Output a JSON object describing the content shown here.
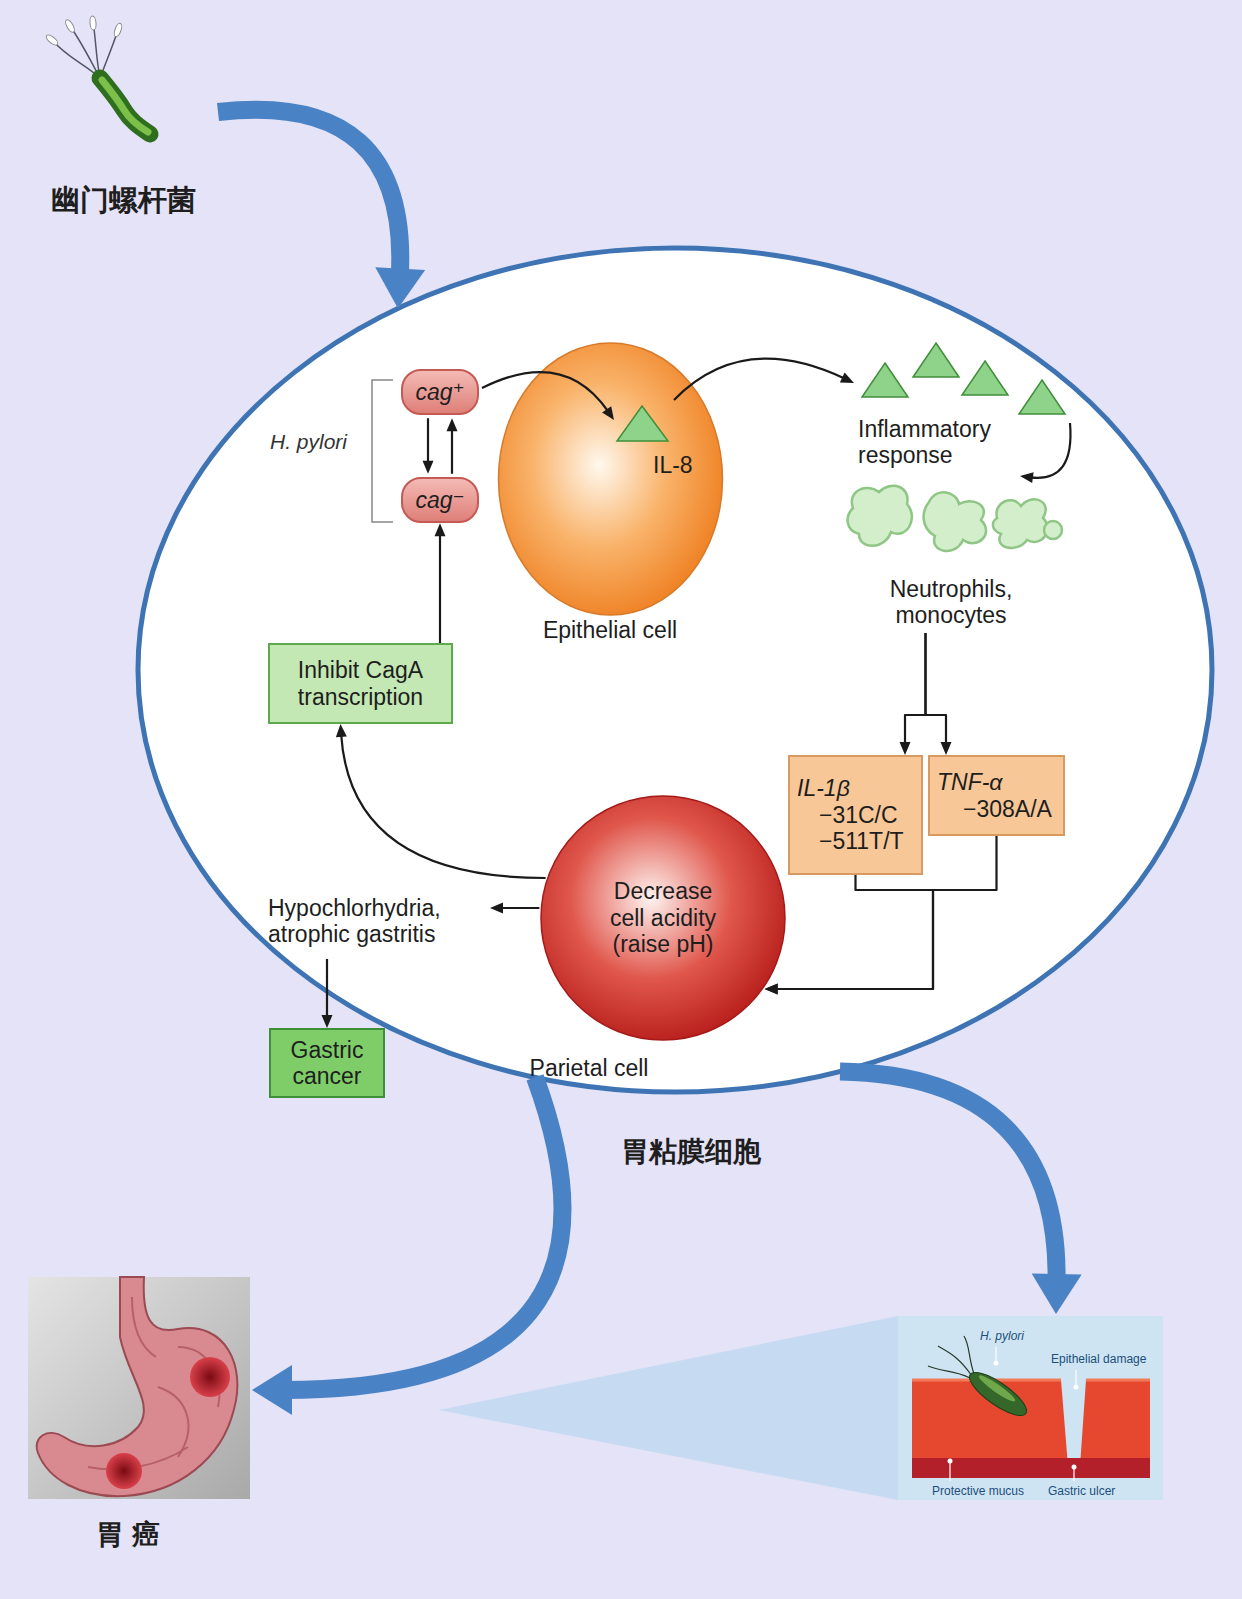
{
  "diagram": {
    "nodes": [
      {
        "text": [
          "幽门螺杆菌"
        ]
      },
      {
        "text": [
          "胃粘膜细胞"
        ]
      },
      {
        "text": [
          "cag⁺"
        ],
        "in": 1
      },
      {
        "text": [
          "cag⁻"
        ],
        "in": 1
      },
      {
        "text": [
          "Epithelial cell"
        ],
        "in": 1
      },
      {
        "text": [
          "IL-8"
        ],
        "in": 4
      },
      {
        "text": [
          "Inflammatory response"
        ],
        "in": 1
      },
      {
        "text": [
          "Neutrophils, monocytes"
        ],
        "in": 1
      },
      {
        "text": [
          "IL-1β",
          "−31C/C",
          "−511T/T"
        ],
        "in": 1
      },
      {
        "text": [
          "TNF-α",
          "−308A/A"
        ],
        "in": 1
      },
      {
        "text": [
          "Inhibit CagA transcription"
        ],
        "in": 1
      },
      {
        "text": [
          "Decrease cell acidity (raise pH)",
          "Parietal cell"
        ],
        "in": 1
      },
      {
        "text": [
          "Hypochlorhydria, atrophic gastritis"
        ],
        "in": 1
      },
      {
        "text": [
          "Gastric cancer"
        ],
        "in": 1
      },
      {
        "text": [
          "胃 癌"
        ]
      },
      {
        "text": [
          "H. pylori",
          "Epithelial damage",
          "Protective mucus",
          "Gastric ulcer"
        ]
      }
    ],
    "edges": [
      {
        "from": 0,
        "to": 1,
        "arrow": "to"
      },
      {
        "from": 2,
        "to": 3,
        "arrow": "to"
      },
      {
        "from": 3,
        "to": 2,
        "arrow": "to"
      },
      {
        "from": 2,
        "to": 5,
        "arrow": "to"
      },
      {
        "from": 5,
        "to": 6,
        "arrow": "to"
      },
      {
        "from": 6,
        "to": 7,
        "arrow": "to"
      },
      {
        "from": 7,
        "to": 8,
        "arrow": "to"
      },
      {
        "from": 7,
        "to": 9,
        "arrow": "to"
      },
      {
        "from": 8,
        "to": 11,
        "arrow": "to"
      },
      {
        "from": 9,
        "to": 11,
        "arrow": "to"
      },
      {
        "from": 11,
        "to": 12,
        "arrow": "to"
      },
      {
        "from": 12,
        "to": 13,
        "arrow": "to"
      },
      {
        "from": 11,
        "to": 10,
        "arrow": "to"
      },
      {
        "from": 10,
        "to": 3,
        "arrow": "to"
      },
      {
        "from": 1,
        "to": 14,
        "arrow": "to"
      },
      {
        "from": 1,
        "to": 15,
        "arrow": "to"
      }
    ],
    "labels": [
      "H. pylori"
    ]
  }
}
